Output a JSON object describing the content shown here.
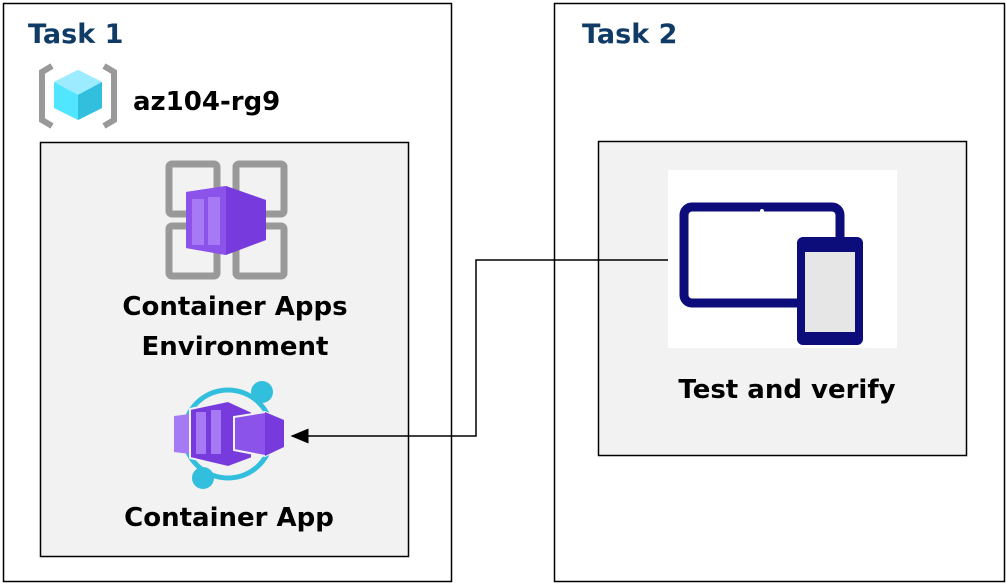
{
  "task1": {
    "title": "Task 1",
    "resource_group": {
      "label": "az104-rg9",
      "icon": "resource-group-icon"
    },
    "environment": {
      "label_line1": "Container Apps",
      "label_line2": "Environment",
      "icon": "container-apps-environment-icon"
    },
    "container_app": {
      "label": "Container App",
      "icon": "container-app-icon"
    }
  },
  "task2": {
    "title": "Task 2",
    "device": {
      "label": "Test and verify",
      "icon": "tablet-phone-devices-icon"
    }
  },
  "colors": {
    "title": "#0f3b66",
    "purple": "#7b3fe4",
    "cyan": "#32bedd",
    "panel": "#f2f2f2",
    "navy": "#0c0c7a"
  }
}
